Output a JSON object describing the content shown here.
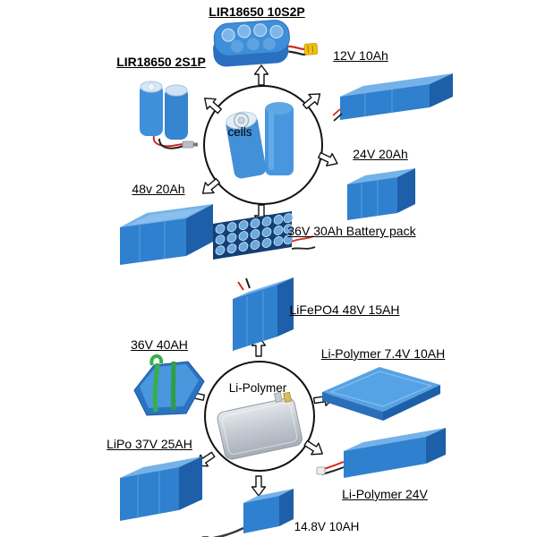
{
  "top_diagram": {
    "center_label": "cells",
    "labels": {
      "pack_10s2p": "LIR18650 10S2P",
      "pack_2s1p": "LIR18650 2S1P",
      "pack_12v": "12V 10Ah",
      "pack_24v": "24V 20Ah",
      "pack_48v": "48v 20Ah",
      "pack_36v": "36V 30Ah Battery pack"
    }
  },
  "bottom_diagram": {
    "center_label": "Li-Polymer",
    "labels": {
      "pack_lifepo4": "LiFePO4 48V 15AH",
      "pack_36v40": "36V 40AH",
      "pack_74v": "Li-Polymer 7.4V 10AH",
      "pack_37v": "LiPo 37V 25AH",
      "pack_24v": "Li-Polymer 24V",
      "pack_148v": "14.8V 10AH"
    }
  },
  "colors": {
    "battery_blue": "#2f80cf",
    "battery_blue_light": "#74b2e8",
    "battery_blue_dark": "#1d5fa8",
    "strap_green": "#35b04a",
    "wire_red": "#d42a1e",
    "wire_black": "#222222",
    "connector_yellow": "#f2c20d",
    "pouch_silver": "#c9ced6",
    "outline_black": "#111111"
  }
}
